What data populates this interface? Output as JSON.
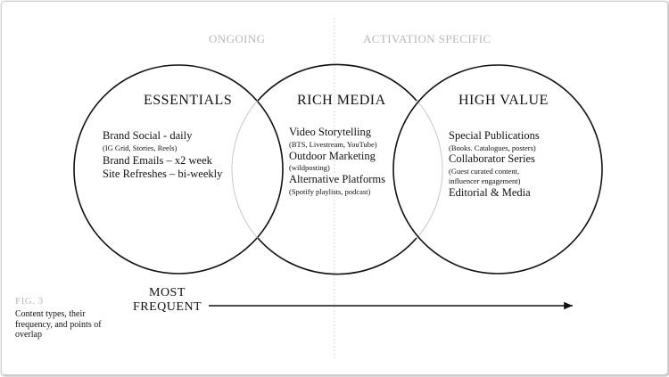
{
  "sections": {
    "left": "ONGOING",
    "right": "ACTIVATION SPECIFIC"
  },
  "circles": [
    {
      "title": "ESSENTIALS",
      "items": [
        {
          "label": "Brand Social - daily",
          "detail": "(IG Grid, Stories, Reels)"
        },
        {
          "label": "Brand Emails – x2 week",
          "detail": ""
        },
        {
          "label": "Site Refreshes – bi-weekly",
          "detail": ""
        }
      ]
    },
    {
      "title": "RICH MEDIA",
      "items": [
        {
          "label": "Video Storytelling",
          "detail": "(BTS, Livestream, YouTube)"
        },
        {
          "label": "Outdoor Marketing",
          "detail": "(wildposting)"
        },
        {
          "label": "Alternative Platforms",
          "detail": "(Spotify playlists, podcast)"
        }
      ]
    },
    {
      "title": "HIGH VALUE",
      "items": [
        {
          "label": "Special Publications",
          "detail": "(Books. Catalogues, posters)"
        },
        {
          "label": "Collaborator Series",
          "detail": "(Guest curated content,",
          "detail2": "influencer engagement)"
        },
        {
          "label": "Editorial & Media",
          "detail": ""
        }
      ]
    }
  ],
  "frequency": {
    "line1": "MOST",
    "line2": "FREQUENT"
  },
  "figure": {
    "label": "FIG. 3",
    "caption": "Content types, their frequency, and points of overlap"
  },
  "colors": {
    "circle_stroke": "#111111",
    "overlap_stroke": "#c8c8c8",
    "divider": "#d8d8d8",
    "muted_text": "#b8b8b8"
  }
}
